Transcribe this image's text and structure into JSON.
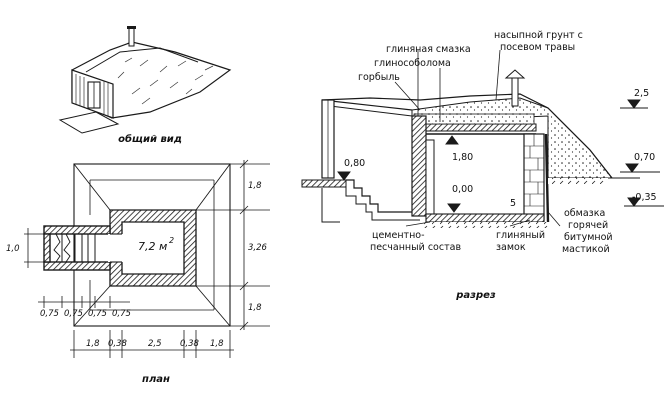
{
  "captions": {
    "general_view": "общий вид",
    "plan": "план",
    "section": "разрез"
  },
  "plan": {
    "area": "7,2 м",
    "area_sup": "2",
    "dims_right": [
      "1,8",
      "3,26",
      "1,8"
    ],
    "dim_left": "1,0",
    "dims_bottom_steps": [
      "0,75",
      "0,75",
      "0,75",
      "0,75"
    ],
    "dims_bottom_total": [
      "1,8",
      "0,38",
      "2,5",
      "0,38",
      "1,8"
    ]
  },
  "section": {
    "labels": {
      "clay_coating": "глиняная смазка",
      "clay_straw": "глинособолома",
      "slab": "горбыль",
      "fill_soil_1": "насыпной грунт с",
      "fill_soil_2": "посевом травы",
      "cement_1": "цементно-",
      "cement_2": "песчанный состав",
      "clay_lock_1": "глиняный",
      "clay_lock_2": "замок",
      "bitumen_1": "обмазка",
      "bitumen_2": "горячей",
      "bitumen_3": "битумной",
      "bitumen_4": "мастикой"
    },
    "elevations": {
      "top": "2,5",
      "right_high": "0,70",
      "right_low": "-0,35",
      "entry": "0,80",
      "ceiling": "1,80",
      "floor": "0,00",
      "wall_mark": "5"
    }
  }
}
